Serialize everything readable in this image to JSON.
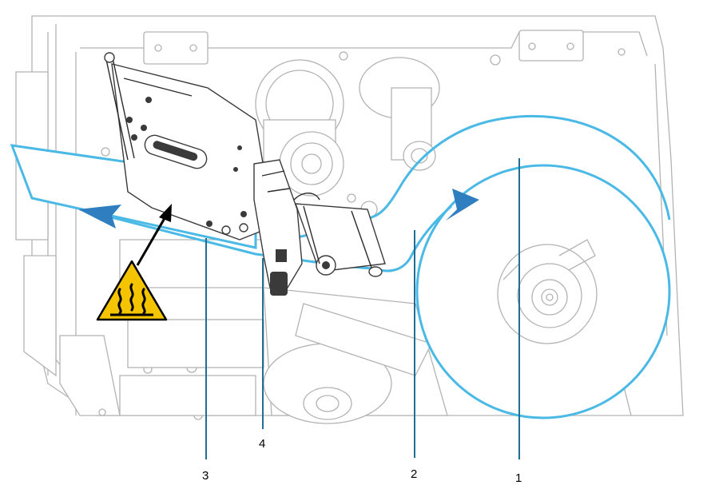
{
  "colors": {
    "media_path": "#4ab9e6",
    "leader_line": "#1f6f94",
    "arrow_fill": "#2f7fc0",
    "warning_fill": "#f5c400",
    "warning_border": "#000000",
    "machine_line": "#b3b3b3"
  },
  "callouts": [
    {
      "number": "1"
    },
    {
      "number": "2"
    },
    {
      "number": "3"
    },
    {
      "number": "4"
    }
  ],
  "icons": {
    "warning": "hot-surface-warning-icon",
    "media_direction": "direction-arrow-icon",
    "pointer": "pointer-arrow-icon"
  }
}
